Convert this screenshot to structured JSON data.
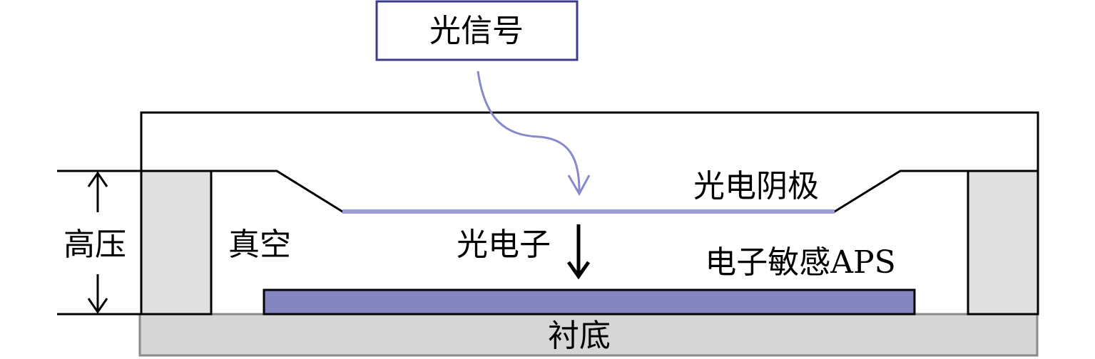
{
  "labels": {
    "light_signal": "光信号",
    "photocathode": "光电阴极",
    "high_voltage": "高压",
    "vacuum": "真空",
    "photoelectron": "光电子",
    "electron_aps": "电子敏感APS",
    "substrate": "衬底"
  },
  "colors": {
    "cathode": "#9c9cd8",
    "aps": "#8585c2",
    "substrate": "#d6d6d6",
    "pillar": "#e0e0e0",
    "outline": "#000000",
    "signal_box_border": "#3c3c8c",
    "signal_arrow": "#8888cc"
  }
}
